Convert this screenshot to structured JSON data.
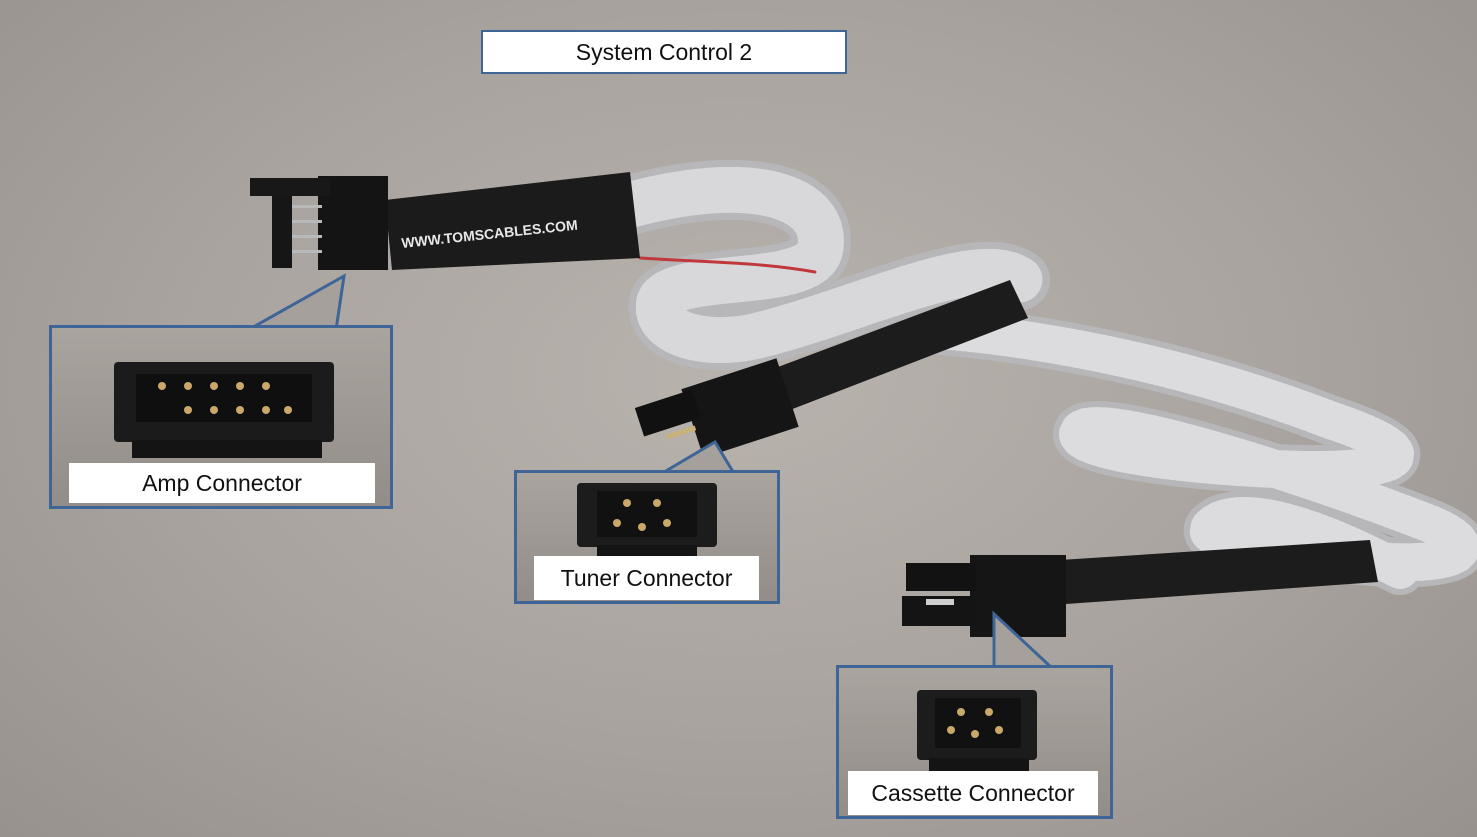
{
  "title": "System Control 2",
  "cable": {
    "printed_text": "WWW.TOMSCABLES.COM"
  },
  "callouts": [
    {
      "id": "amp",
      "label": "Amp Connector"
    },
    {
      "id": "tuner",
      "label": "Tuner Connector"
    },
    {
      "id": "cassette",
      "label": "Cassette Connector"
    }
  ],
  "colors": {
    "callout_border": "#3e6596",
    "background": "#aaa49f",
    "cable": "#c9c9cb",
    "sleeve": "#1e1e1e"
  }
}
